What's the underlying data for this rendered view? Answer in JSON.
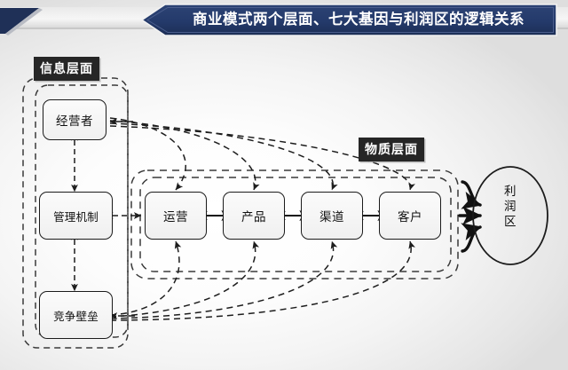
{
  "banner": {
    "title": "商业模式两个层面、七大基因与利润区的逻辑关系",
    "bar_color": "#243a6b",
    "tail_color": "#1f3057"
  },
  "diagram": {
    "layers": [
      {
        "id": "info",
        "label": "信息层面"
      },
      {
        "id": "material",
        "label": "物质层面"
      }
    ],
    "info_nodes": [
      {
        "id": "operator",
        "label": "经营者"
      },
      {
        "id": "management",
        "label": "管理机制"
      },
      {
        "id": "barrier",
        "label": "竞争壁垒"
      }
    ],
    "material_nodes": [
      {
        "id": "operations",
        "label": "运营"
      },
      {
        "id": "product",
        "label": "产品"
      },
      {
        "id": "channel",
        "label": "渠道"
      },
      {
        "id": "customer",
        "label": "客户"
      }
    ],
    "outcome": {
      "id": "profit-zone",
      "label_line1": "利",
      "label_line2": "润",
      "label_line3": "区",
      "label": "利润区"
    },
    "colors": {
      "node_stroke": "#1b1b1b",
      "connector": "#1d1d1d",
      "tag_background": "#262626",
      "tag_text": "#ffffff"
    }
  }
}
